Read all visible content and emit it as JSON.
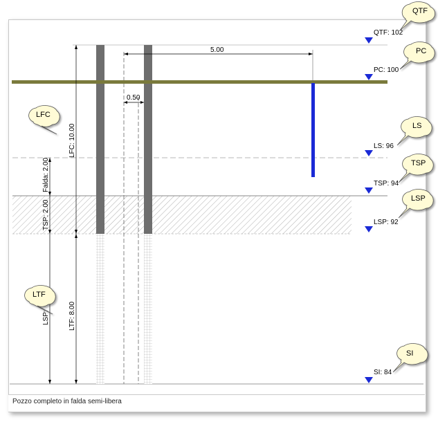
{
  "caption": "Pozzo completo in falda semi-libera",
  "levels": [
    {
      "id": "qtf",
      "label": "QTF: 102",
      "bubble": "QTF"
    },
    {
      "id": "pc",
      "label": "PC: 100",
      "bubble": "PC"
    },
    {
      "id": "ls",
      "label": "LS: 96",
      "bubble": "LS"
    },
    {
      "id": "tsp",
      "label": "TSP: 94",
      "bubble": "TSP"
    },
    {
      "id": "lsp",
      "label": "LSP: 92",
      "bubble": "LSP"
    },
    {
      "id": "si",
      "label": "SI: 84",
      "bubble": "SI"
    }
  ],
  "left_bubbles": [
    {
      "id": "lfc",
      "text": "LFC"
    },
    {
      "id": "ltf",
      "text": "LTF"
    }
  ],
  "dimensions": {
    "lfc": "LFC: 10.00",
    "falda": "Falda: 2.00",
    "tsp": "TSP: 2.00",
    "lsp": "LSP:",
    "ltf": "LTF: 8.00",
    "distance": "5.00",
    "diameter": "0.50"
  },
  "colors": {
    "ground": "#7a7a3c",
    "casing": "#6e6e6e",
    "probe": "#1a2ad6",
    "marker": "#1a2ad6",
    "bubble_fill": "#fffbd6"
  }
}
